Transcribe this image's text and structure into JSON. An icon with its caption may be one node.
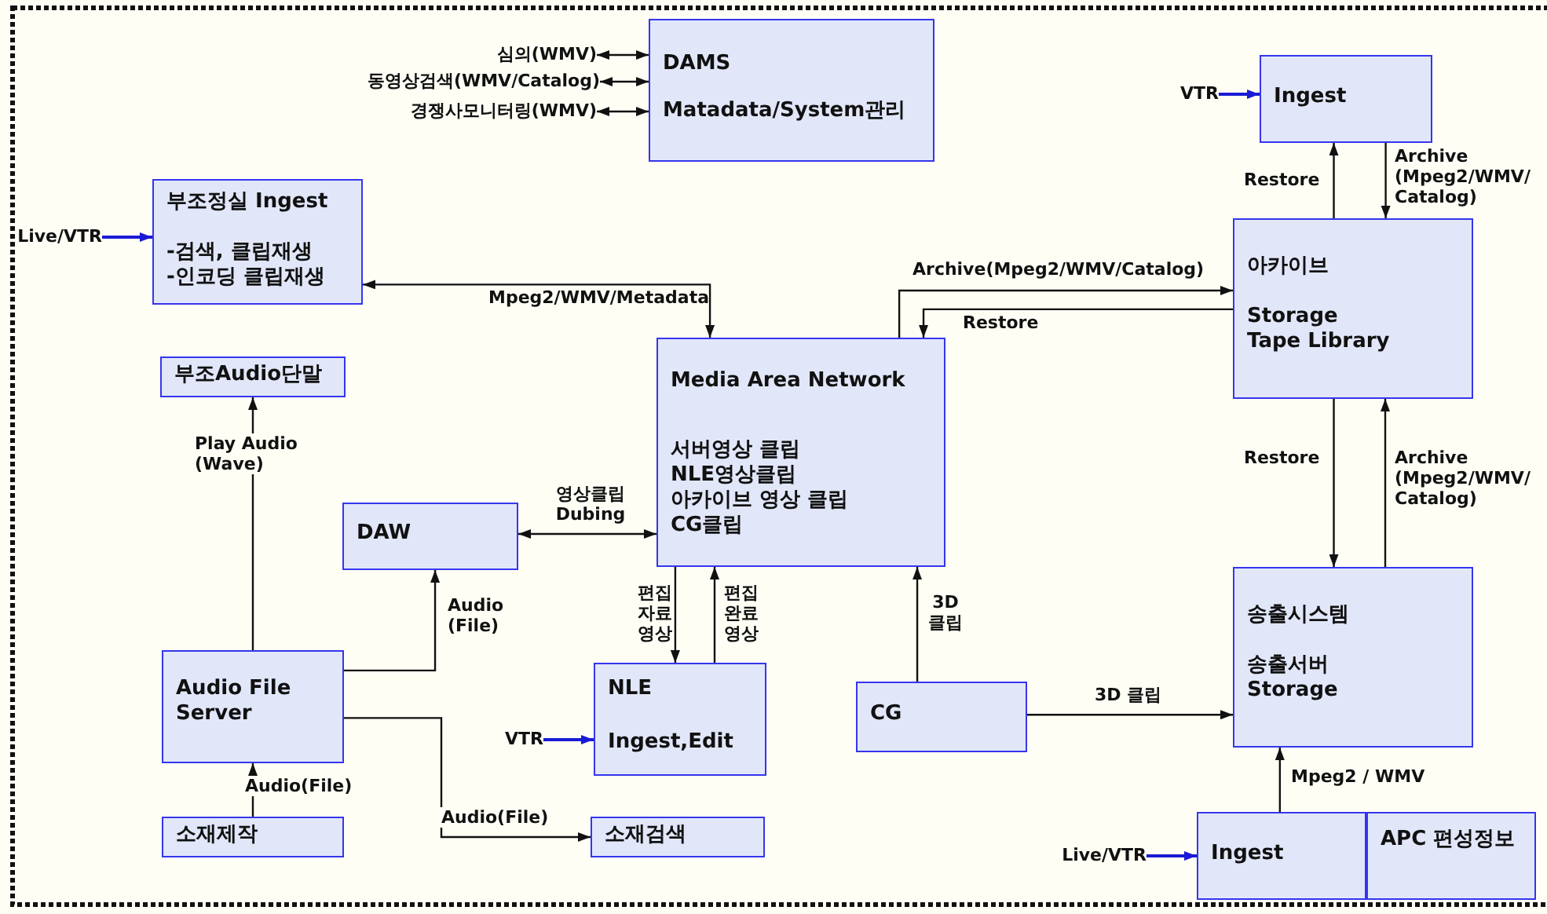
{
  "diagram": {
    "nodes": [
      {
        "text": [
          "DAMS",
          "Matadata/System관리"
        ]
      },
      {
        "text": [
          "심의(WMV)"
        ]
      },
      {
        "text": [
          "동영상검색(WMV/Catalog)"
        ]
      },
      {
        "text": [
          "경쟁사모니터링(WMV)"
        ]
      },
      {
        "text": [
          "부조정실 Ingest",
          "-검색, 클립재생",
          "-인코딩 클립재생"
        ]
      },
      {
        "text": [
          "Live/VTR"
        ]
      },
      {
        "text": [
          "Ingest"
        ]
      },
      {
        "text": [
          "VTR"
        ]
      },
      {
        "text": [
          "아카이브",
          "Storage",
          "Tape Library"
        ]
      },
      {
        "text": [
          "Media Area Network",
          "서버영상 클립",
          "NLE영상클립",
          "아카이브 영상 클립",
          "CG클립"
        ]
      },
      {
        "text": [
          "부조Audio단말"
        ]
      },
      {
        "text": [
          "DAW"
        ]
      },
      {
        "text": [
          "Audio File Server"
        ]
      },
      {
        "text": [
          "NLE",
          "Ingest,Edit"
        ]
      },
      {
        "text": [
          "VTR"
        ]
      },
      {
        "text": [
          "CG"
        ]
      },
      {
        "text": [
          "송출시스템",
          "송출서버",
          "Storage"
        ]
      },
      {
        "text": [
          "소재제작"
        ]
      },
      {
        "text": [
          "소재검색"
        ]
      },
      {
        "text": [
          "Ingest"
        ]
      },
      {
        "text": [
          "APC 편성정보"
        ]
      },
      {
        "text": [
          "Live/VTR"
        ]
      }
    ],
    "edges": [
      {
        "from": 1,
        "to": 0,
        "arrow": "both"
      },
      {
        "from": 2,
        "to": 0,
        "arrow": "both"
      },
      {
        "from": 3,
        "to": 0,
        "arrow": "both"
      },
      {
        "from": 5,
        "to": 4,
        "arrow": "to",
        "color": "#1a1ad6"
      },
      {
        "from": 9,
        "to": 4,
        "arrow": "both",
        "label": "Mpeg2/WMV/Metadata"
      },
      {
        "from": 7,
        "to": 6,
        "arrow": "to",
        "color": "#1a1ad6"
      },
      {
        "from": 6,
        "to": 8,
        "arrow": "to",
        "label": "Archive (Mpeg2/WMV/ Catalog)"
      },
      {
        "from": 8,
        "to": 6,
        "arrow": "to",
        "label": "Restore"
      },
      {
        "from": 9,
        "to": 8,
        "arrow": "to",
        "label": "Archive(Mpeg2/WMV/Catalog)"
      },
      {
        "from": 8,
        "to": 9,
        "arrow": "to",
        "label": "Restore"
      },
      {
        "from": 8,
        "to": 16,
        "arrow": "to",
        "label": "Restore"
      },
      {
        "from": 16,
        "to": 8,
        "arrow": "to",
        "label": "Archive (Mpeg2/WMV/ Catalog)"
      },
      {
        "from": 12,
        "to": 10,
        "arrow": "to",
        "label": "Play Audio (Wave)"
      },
      {
        "from": 11,
        "to": 9,
        "arrow": "both",
        "label": "영상클립 Dubing"
      },
      {
        "from": 12,
        "to": 11,
        "arrow": "to",
        "label": "Audio (File)"
      },
      {
        "from": 9,
        "to": 13,
        "arrow": "to",
        "label": "편집 자료 영상"
      },
      {
        "from": 13,
        "to": 9,
        "arrow": "to",
        "label": "편집 완료 영상"
      },
      {
        "from": 14,
        "to": 13,
        "arrow": "to",
        "color": "#1a1ad6"
      },
      {
        "from": 15,
        "to": 9,
        "arrow": "to",
        "label": "3D 클립"
      },
      {
        "from": 15,
        "to": 16,
        "arrow": "to",
        "label": "3D 클립"
      },
      {
        "from": 17,
        "to": 12,
        "arrow": "to",
        "label": "Audio(File)"
      },
      {
        "from": 12,
        "to": 18,
        "arrow": "to",
        "label": "Audio(File)"
      },
      {
        "from": 19,
        "to": 16,
        "arrow": "to",
        "label": "Mpeg2 / WMV"
      },
      {
        "from": 21,
        "to": 19,
        "arrow": "to",
        "color": "#1a1ad6"
      }
    ]
  }
}
